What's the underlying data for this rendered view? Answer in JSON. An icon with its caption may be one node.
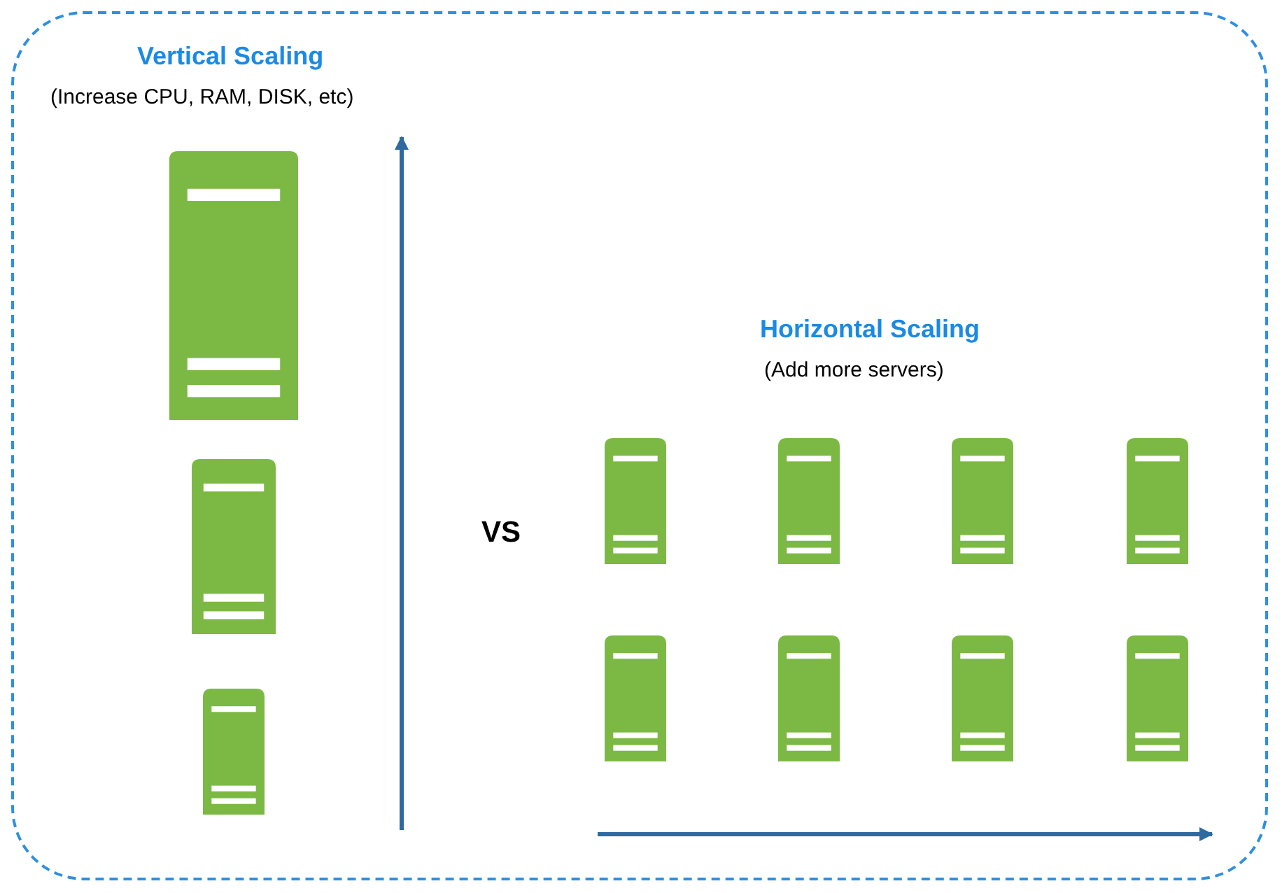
{
  "diagram": {
    "nodes": [
      {
        "text": [],
        "shape": "box"
      },
      {
        "text": [],
        "shape": "picture",
        "in": 0
      },
      {
        "text": [],
        "shape": "picture",
        "in": 0
      },
      {
        "text": [],
        "shape": "picture",
        "in": 0
      },
      {
        "text": [],
        "shape": "picture",
        "in": 0
      },
      {
        "text": [],
        "shape": "picture",
        "in": 0
      },
      {
        "text": [],
        "shape": "picture",
        "in": 0
      },
      {
        "text": [],
        "shape": "picture",
        "in": 0
      },
      {
        "text": [],
        "shape": "picture",
        "in": 0
      },
      {
        "text": [],
        "shape": "picture",
        "in": 0
      },
      {
        "text": [],
        "shape": "picture",
        "in": 0
      },
      {
        "text": [],
        "shape": "picture",
        "in": 0
      }
    ],
    "labels": [
      "Vertical Scaling",
      "(Increase CPU, RAM, DISK, etc)",
      "VS",
      "Horizontal Scaling",
      "(Add more servers)"
    ]
  }
}
